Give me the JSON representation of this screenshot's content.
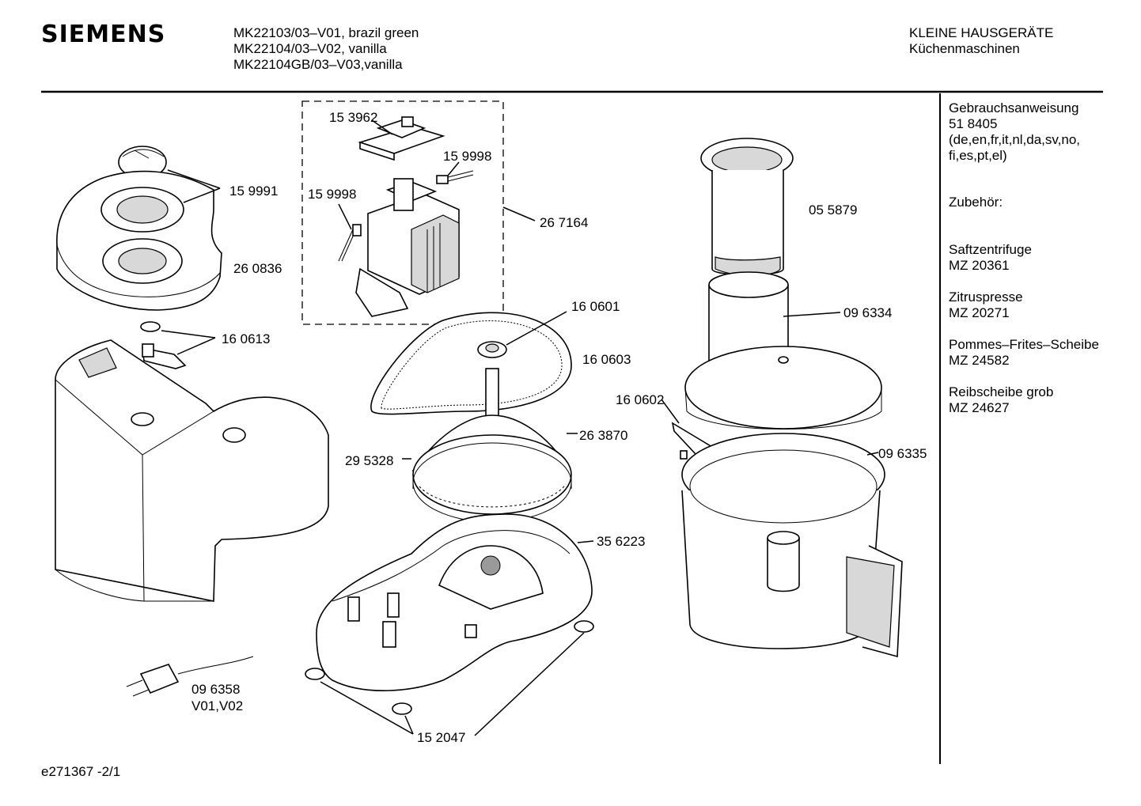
{
  "header": {
    "brand": "SIEMENS",
    "models": [
      "MK22103/03–V01, brazil green",
      "MK22104/03–V02, vanilla",
      "MK22104GB/03–V03,vanilla"
    ],
    "category": "KLEINE HAUSGERÄTE",
    "subcategory": "Küchenmaschinen"
  },
  "sidebar": {
    "manual_title": "Gebrauchsanweisung",
    "manual_number": "51 8405",
    "manual_langs_1": "(de,en,fr,it,nl,da,sv,no,",
    "manual_langs_2": "fi,es,pt,el)",
    "accessories_title": "Zubehör:",
    "accessories": [
      {
        "name": "Saftzentrifuge",
        "code": "MZ 20361"
      },
      {
        "name": "Zitruspresse",
        "code": "MZ 20271"
      },
      {
        "name": "Pommes–Frites–Scheibe",
        "code": "MZ 24582"
      },
      {
        "name": "Reibscheibe grob",
        "code": "MZ 24627"
      }
    ]
  },
  "parts": {
    "p153962": "15 3962",
    "p159998a": "15 9998",
    "p159998b": "15 9998",
    "p159991": "15 9991",
    "p267164": "26 7164",
    "p260836": "26 0836",
    "p055879": "05 5879",
    "p160601": "16 0601",
    "p096334": "09 6334",
    "p160613": "16 0613",
    "p160603": "16 0603",
    "p160602": "16 0602",
    "p263870": "26 3870",
    "p295328": "29 5328",
    "p096335": "09 6335",
    "p356223": "35 6223",
    "p096358": "09 6358",
    "p096358_variant": "V01,V02",
    "p152047": "15 2047"
  },
  "footer": {
    "doc_id": "e271367 -2/1"
  }
}
